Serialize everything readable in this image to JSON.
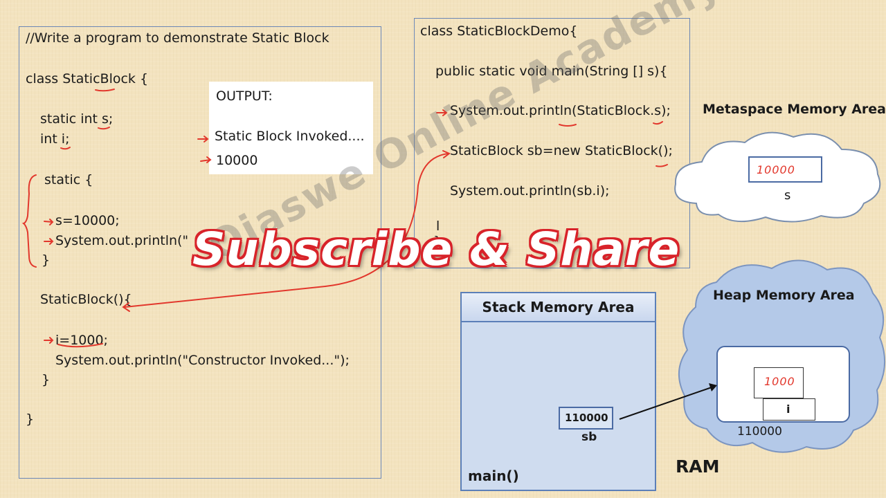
{
  "left_code": {
    "comment": "//Write a program to demonstrate Static Block",
    "class_decl": "class StaticBlock {",
    "field_s": "static int s;",
    "field_i": "int i;",
    "static_open": "static {",
    "assign_s": "s=10000;",
    "println_static": "System.out.println(\"",
    "static_close": "}",
    "constructor_open": "StaticBlock(){",
    "assign_i": "i=1000;",
    "println_ctor": "System.out.println(\"Constructor Invoked...\");",
    "ctor_close": "}",
    "class_close": "}"
  },
  "output": {
    "title": "OUTPUT:",
    "line1": "Static Block Invoked....",
    "line2": "10000"
  },
  "right_code": {
    "class_decl": "class StaticBlockDemo{",
    "main_decl": "public static void main(String [] s){",
    "line1": "System.out.println(StaticBlock.s);",
    "line2": "StaticBlock sb=new StaticBlock();",
    "line3": "System.out.println(sb.i);",
    "close_fragment": "l",
    "close_brace": "}"
  },
  "metaspace": {
    "title": "Metaspace Memory Area",
    "value": "10000",
    "var": "s"
  },
  "heap": {
    "title": "Heap Memory Area",
    "value": "1000",
    "var": "i",
    "address": "110000"
  },
  "stack": {
    "title": "Stack Memory Area",
    "ref_value": "110000",
    "var": "sb",
    "frame": "main()"
  },
  "ram_label": "RAM",
  "banner": "Subscribe & Share",
  "watermark": "Ojaswe Online Academy",
  "colors": {
    "annotation": "#e2372c",
    "panel_border": "#6b87b7",
    "stack_fill": "#cfdcef",
    "cloud_fill": "#b4c9e8"
  }
}
